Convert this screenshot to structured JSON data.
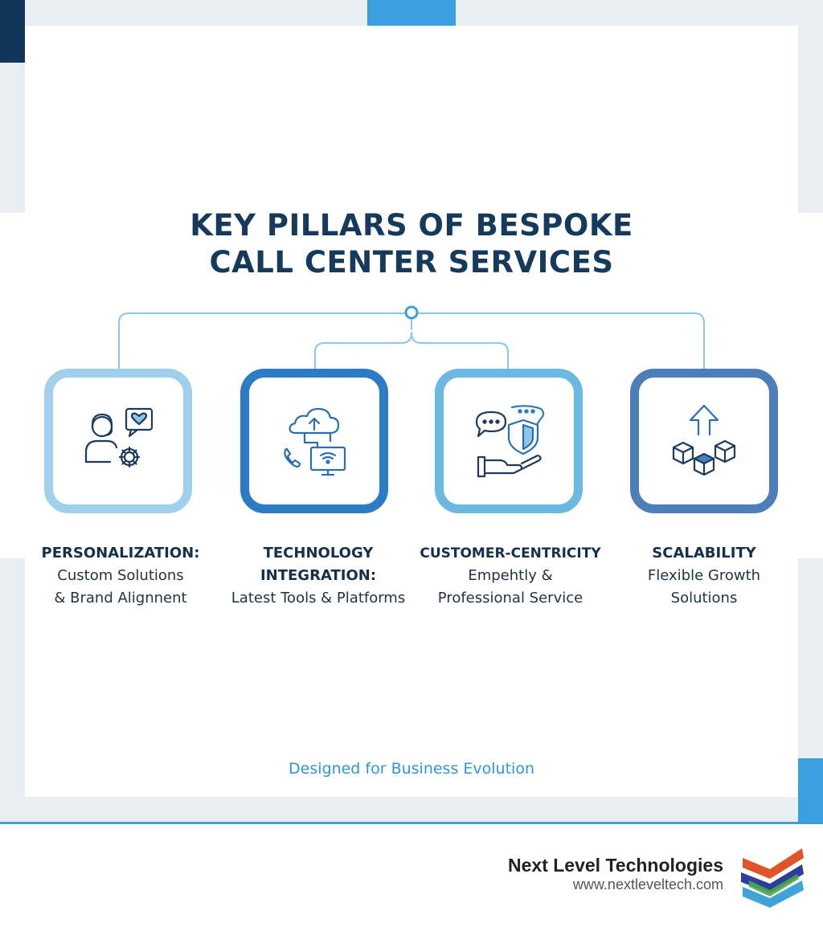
{
  "title": {
    "line1": "KEY PILLARS OF BESPOKE",
    "line2": "CALL CENTER SERVICES"
  },
  "pillars": [
    {
      "head1": "PERSONALIZATION:",
      "head2": "",
      "sub1": "Custom Solutions",
      "sub2": "& Brand Alignnent",
      "icon": "agent-heart-gear-icon",
      "color": "#9fd0ec"
    },
    {
      "head1": "TECHNOLOGY",
      "head2": "INTEGRATION:",
      "sub1": "Latest Tools & Platforms",
      "sub2": "",
      "icon": "cloud-phone-monitor-icon",
      "color": "#2b7cc4"
    },
    {
      "head1": "CUSTOMER-CENTRICITY",
      "head2": "",
      "sub1": "Empehtly &",
      "sub2": "Professional Service",
      "icon": "chat-shield-hand-icon",
      "color": "#6bb8e2"
    },
    {
      "head1": "SCALABILITY",
      "head2": "",
      "sub1": "Flexible Growth",
      "sub2": "Solutions",
      "icon": "cubes-arrow-up-icon",
      "color": "#4c7fba"
    }
  ],
  "tagline": "Designed for Business Evolution",
  "footer": {
    "brand": "Next Level Technologies",
    "url": "www.nextleveltech.com",
    "logo_icon": "stacked-chevron-logo-icon"
  },
  "colors": {
    "title": "#163a5c",
    "connector": "#8cc6e8",
    "tagline": "#3097d6",
    "accent": "#3ba0de",
    "navy": "#12355b"
  }
}
